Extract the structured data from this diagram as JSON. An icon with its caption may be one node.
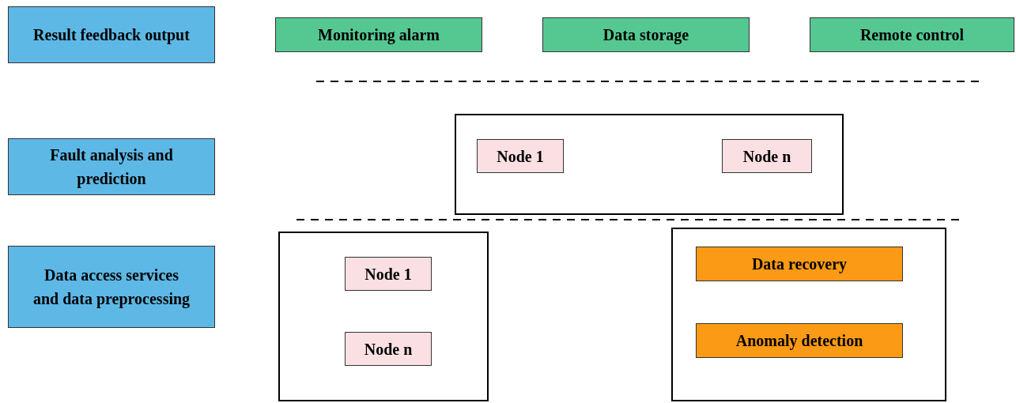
{
  "diagram": {
    "nodes": [
      {
        "text": [
          "Result feedback output"
        ]
      },
      {
        "text": [
          "Monitoring alarm"
        ]
      },
      {
        "text": [
          "Data storage"
        ]
      },
      {
        "text": [
          "Remote control"
        ]
      },
      {
        "text": [
          "Fault analysis and prediction"
        ]
      },
      {
        "text": [],
        "shape": "box"
      },
      {
        "text": [
          "Node 1"
        ],
        "in": 5
      },
      {
        "text": [
          "Node n"
        ],
        "in": 5
      },
      {
        "text": [
          "Data access services and data preprocessing"
        ]
      },
      {
        "text": [],
        "shape": "box"
      },
      {
        "text": [
          "Node 1"
        ],
        "in": 9
      },
      {
        "text": [
          "Node n"
        ],
        "in": 9
      },
      {
        "text": [],
        "shape": "box"
      },
      {
        "text": [
          "Data recovery"
        ],
        "in": 12
      },
      {
        "text": [
          "Anomaly detection"
        ],
        "in": 12
      }
    ]
  }
}
